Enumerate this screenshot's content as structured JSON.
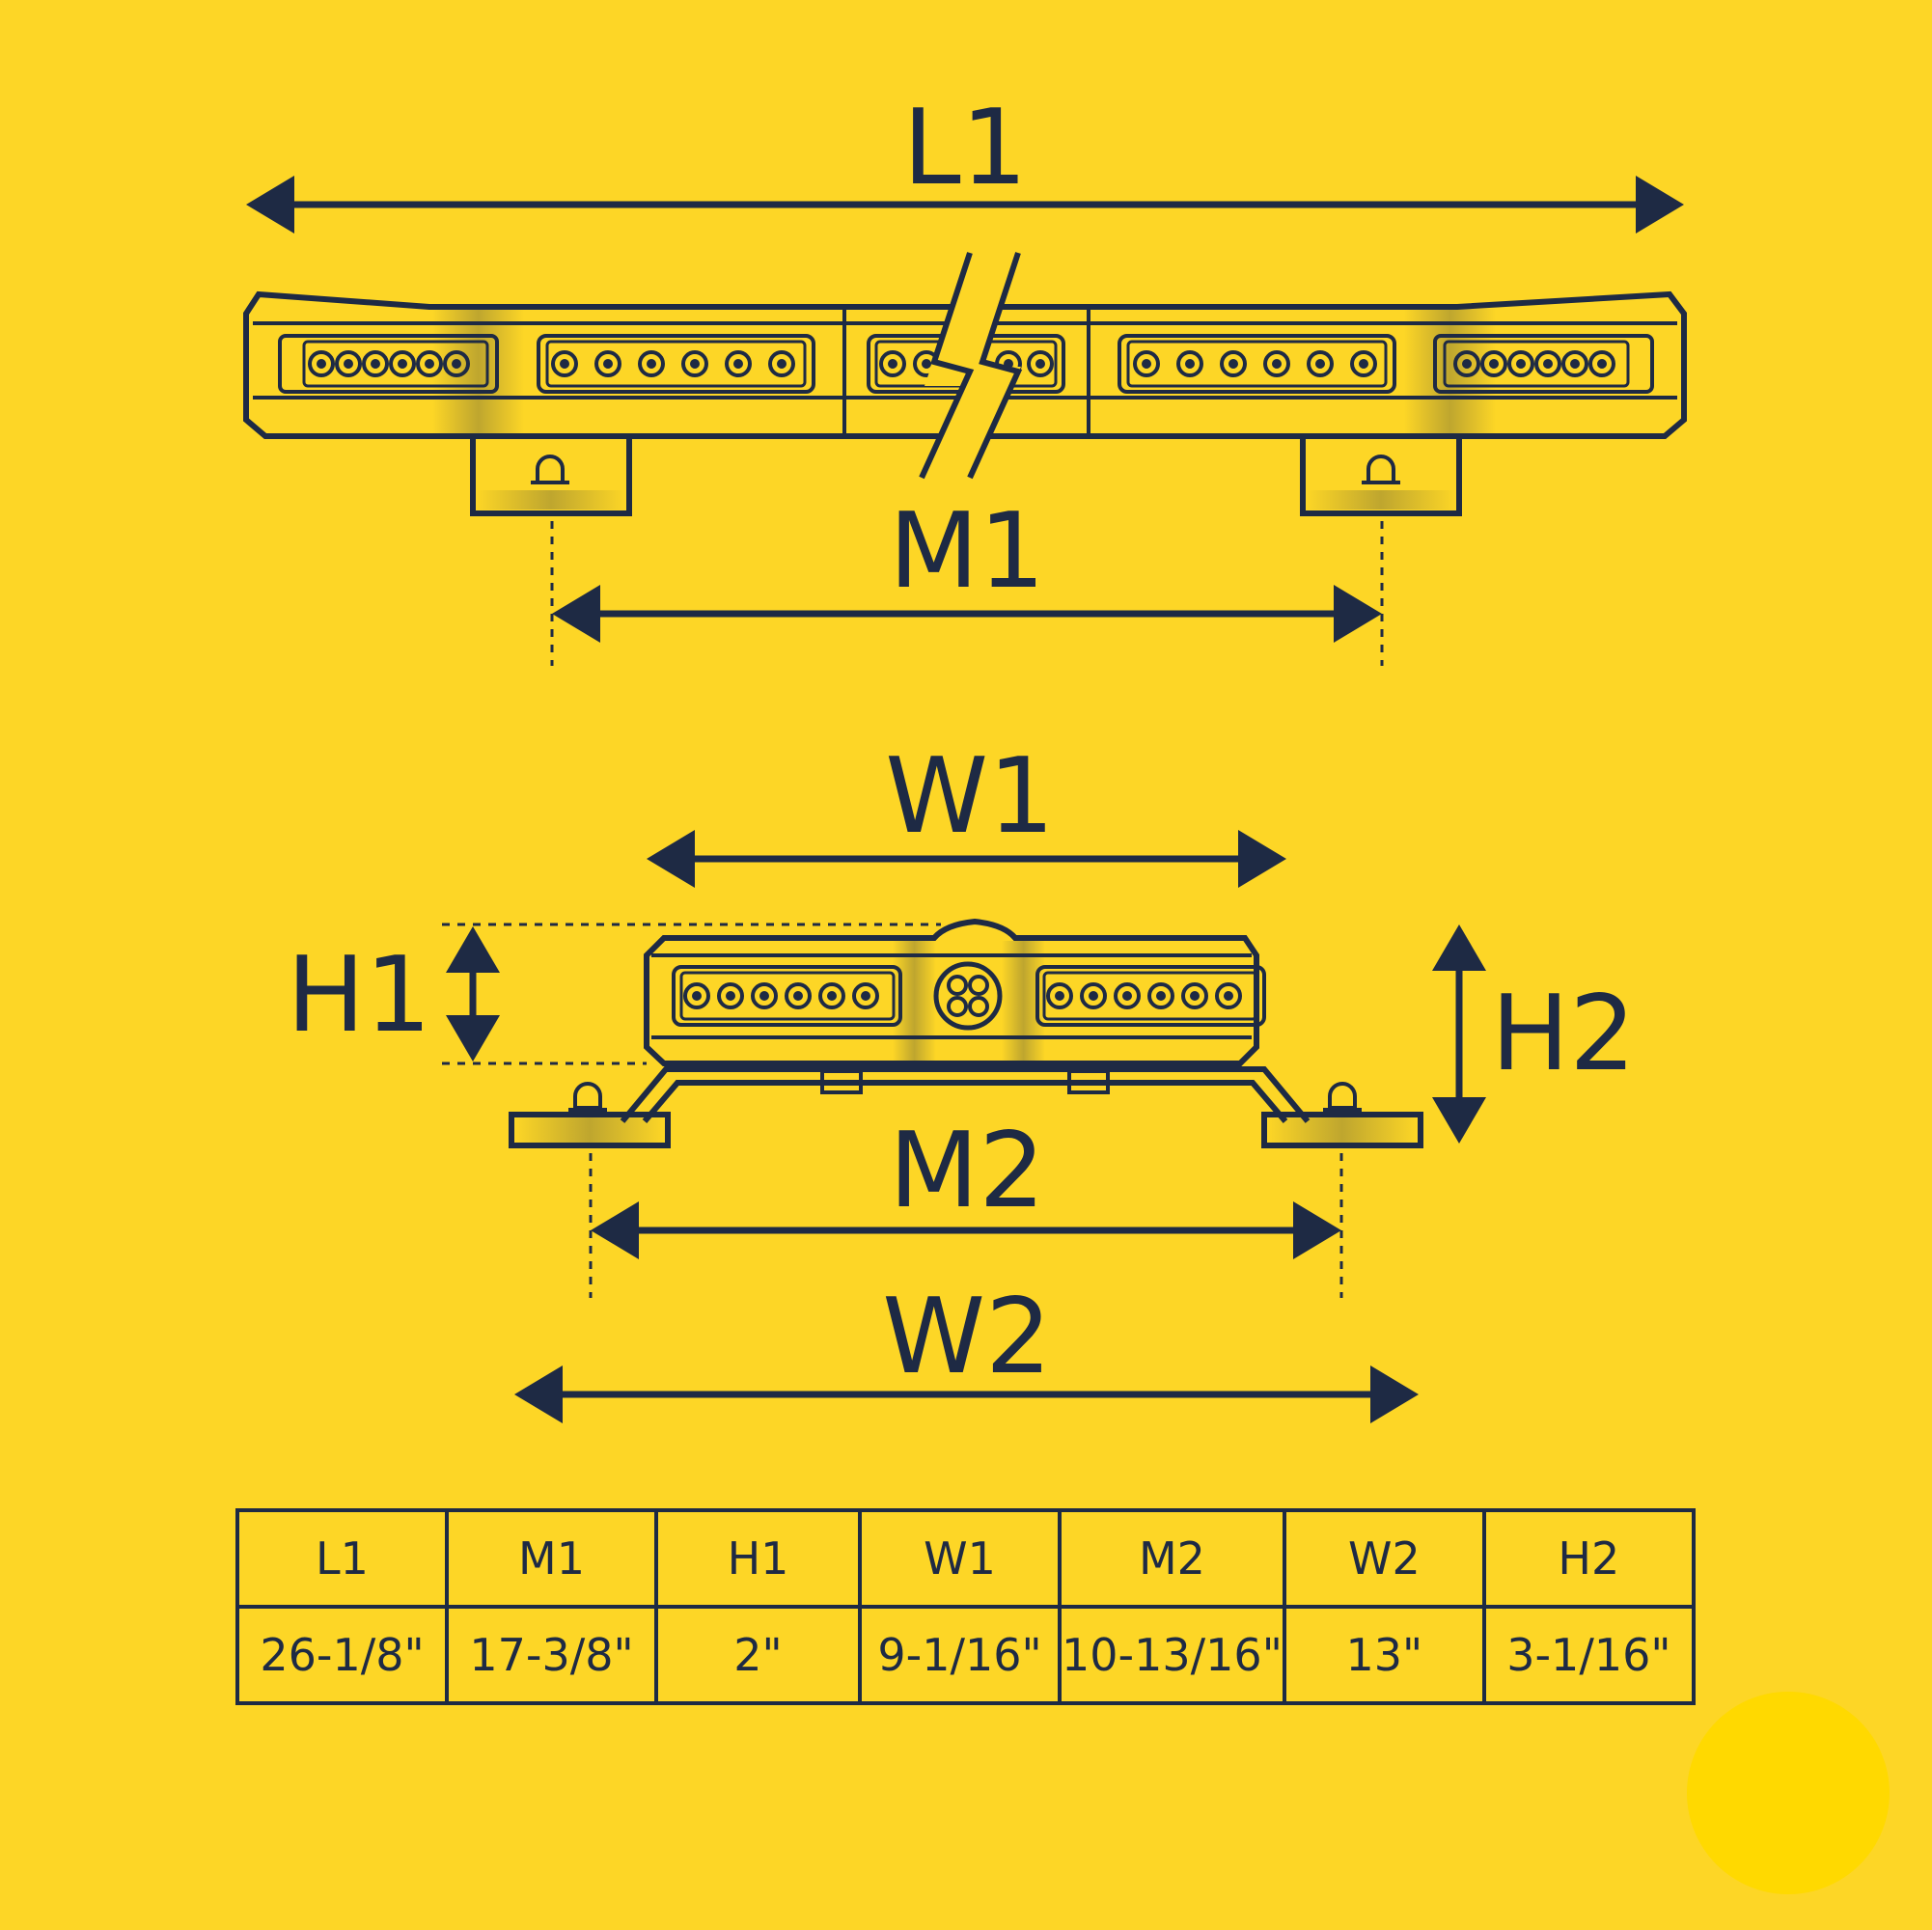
{
  "colors": {
    "background": "#FDD626",
    "ink": "#1E2A44",
    "glow": "#FFD900"
  },
  "labels": {
    "L1": "L1",
    "M1": "M1",
    "W1": "W1",
    "H1": "H1",
    "H2": "H2",
    "M2": "M2",
    "W2": "W2"
  },
  "table": {
    "headers": [
      "L1",
      "M1",
      "H1",
      "W1",
      "M2",
      "W2",
      "H2"
    ],
    "values": [
      "26-1/8\"",
      "17-3/8\"",
      "2\"",
      "9-1/16\"",
      "10-13/16\"",
      "13\"",
      "3-1/16\""
    ]
  }
}
